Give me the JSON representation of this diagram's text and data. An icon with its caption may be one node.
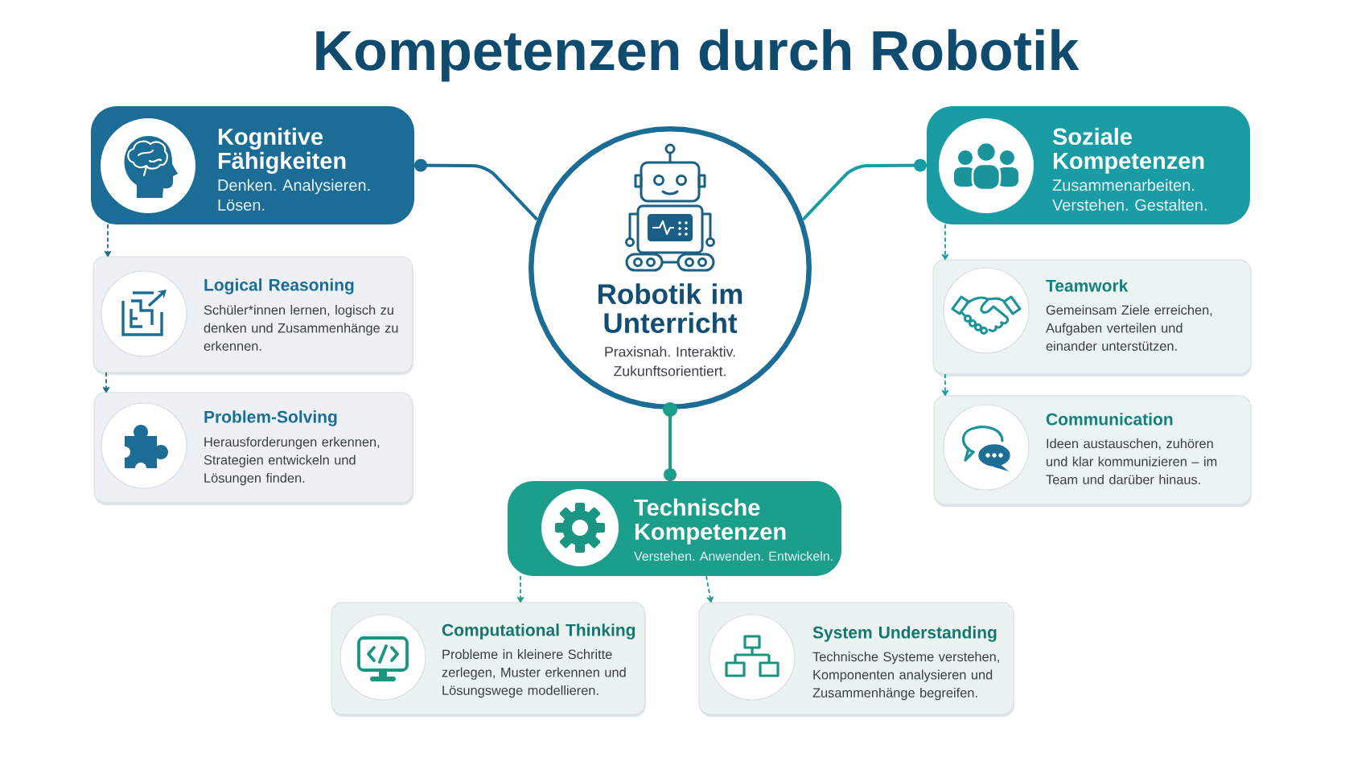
{
  "diagram": {
    "title": "Kompetenzen durch Robotik",
    "nodes": [
      {
        "text": [
          "Kognitive Fähigkeiten",
          "Denken. Analysieren. Lösen."
        ]
      },
      {
        "text": [
          "Robotik im Unterricht",
          "Praxisnah. Interaktiv. Zukunftsorientiert."
        ]
      },
      {
        "text": [
          "Soziale Kompetenzen",
          "Zusammenarbeiten. Verstehen. Gestalten."
        ]
      },
      {
        "text": [
          "Logical Reasoning",
          "Schüler*innen lernen, logisch zu denken und Zusammenhänge zu erkennen."
        ]
      },
      {
        "text": [
          "Problem-Solving",
          "Herausforderungen erkennen, Strategien entwickeln und Lösungen finden."
        ]
      },
      {
        "text": [
          "Teamwork",
          "Gemeinsam Ziele erreichen, Aufgaben verteilen und einander unterstützen."
        ]
      },
      {
        "text": [
          "Communication",
          "Ideen austauschen, zuhören und klar kommunizieren – im Team und darüber hinaus."
        ]
      },
      {
        "text": [
          "Technische Kompetenzen",
          "Verstehen. Anwenden. Entwickeln."
        ]
      },
      {
        "text": [
          "Computational Thinking",
          "Probleme in kleinere Schritte zerlegen, Muster erkennen und Lösungswege modellieren."
        ]
      },
      {
        "text": [
          "System Understanding",
          "Technische Systeme verstehen, Komponenten analysieren und Zusammenhänge begreifen."
        ]
      }
    ],
    "edges": [
      {
        "from": 1,
        "to": 0,
        "arrow": "other",
        "color": "#1b6d96"
      },
      {
        "from": 1,
        "to": 2,
        "arrow": "other",
        "color": "#1a9ca5"
      },
      {
        "from": 1,
        "to": 7,
        "arrow": "other",
        "color": "#1b9f8c"
      },
      {
        "from": 0,
        "to": 3,
        "arrow": "to",
        "style": "dashed",
        "color": "#1b6d96"
      },
      {
        "from": 3,
        "to": 4,
        "arrow": "to",
        "style": "dashed",
        "color": "#1b6d96"
      },
      {
        "from": 2,
        "to": 5,
        "arrow": "to",
        "style": "dashed",
        "color": "#1a9ca5"
      },
      {
        "from": 5,
        "to": 6,
        "arrow": "to",
        "style": "dashed",
        "color": "#1a9ca5"
      },
      {
        "from": 7,
        "to": 8,
        "arrow": "to",
        "style": "dashed",
        "color": "#1b9f8c"
      },
      {
        "from": 7,
        "to": 9,
        "arrow": "to",
        "style": "dashed",
        "color": "#1b9f8c"
      }
    ]
  }
}
